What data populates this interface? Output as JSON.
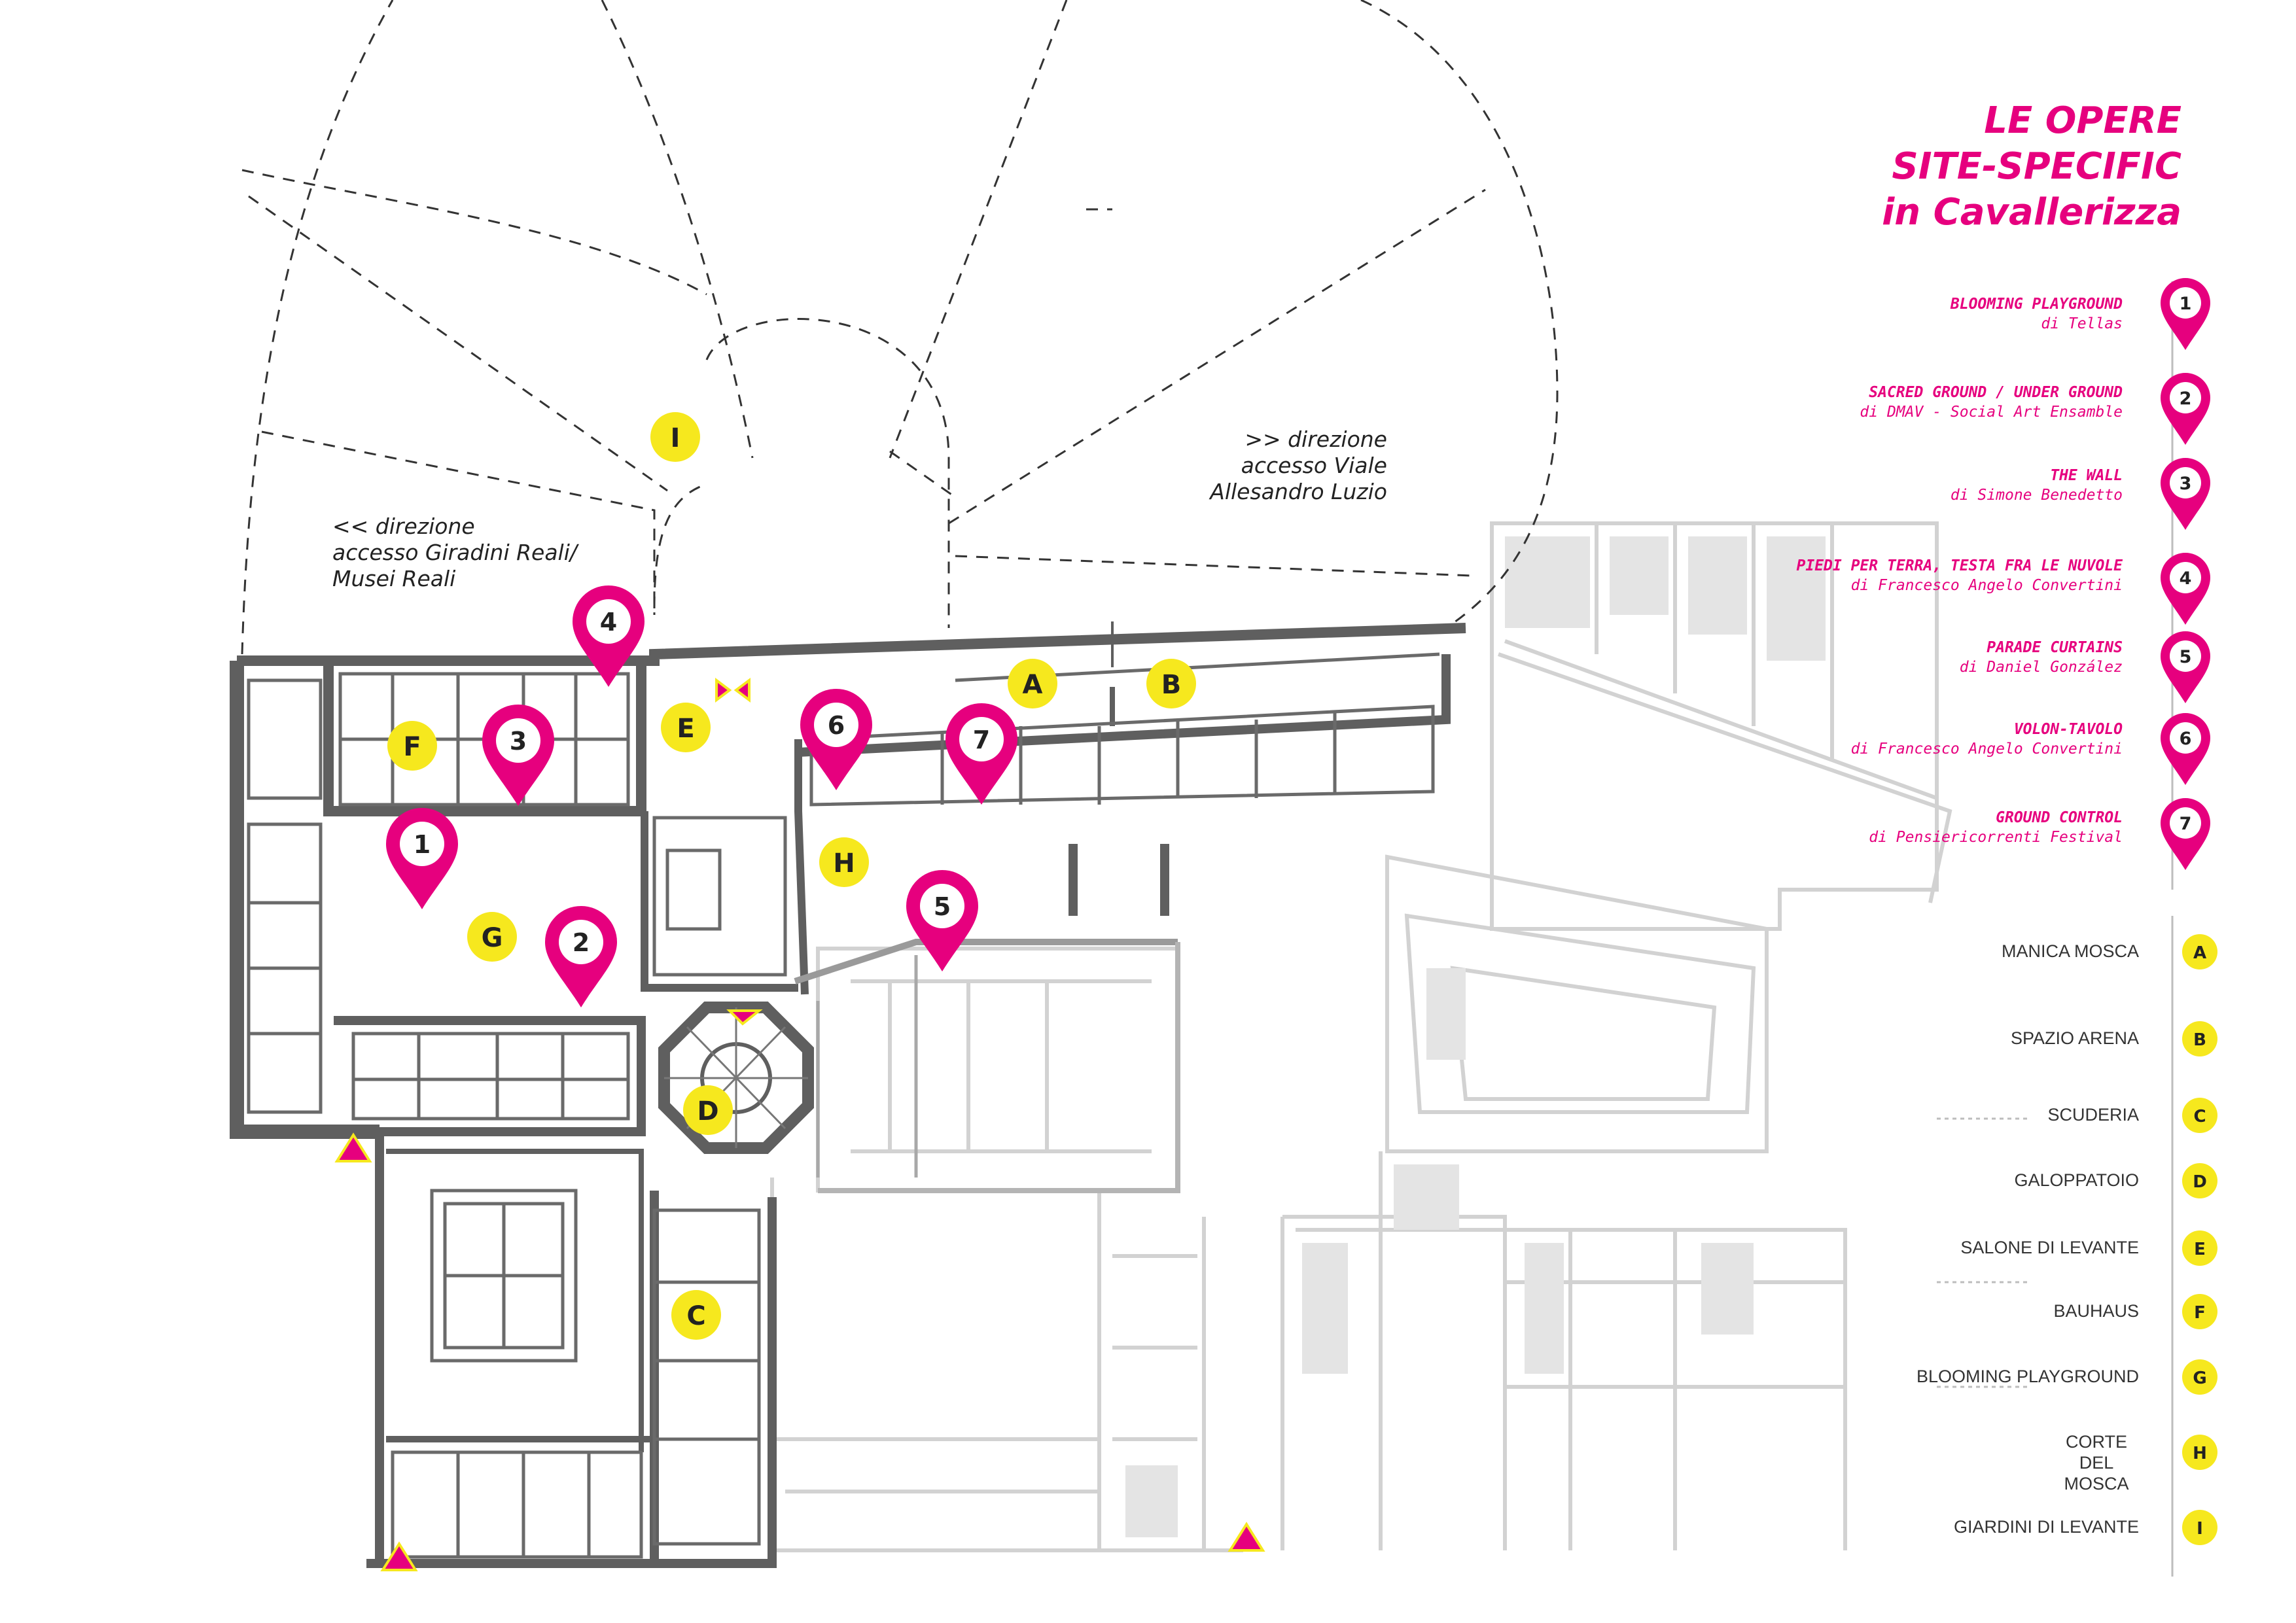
{
  "legend": {
    "title": [
      "LE OPERE",
      "SITE-SPECIFIC",
      "in Cavallerizza"
    ],
    "works": [
      {
        "num": "1",
        "title": "BLOOMING PLAYGROUND",
        "author": "di Tellas"
      },
      {
        "num": "2",
        "title": "SACRED GROUND / UNDER GROUND",
        "author": "di DMAV - Social Art Ensamble"
      },
      {
        "num": "3",
        "title": "THE WALL",
        "author": "di Simone Benedetto"
      },
      {
        "num": "4",
        "title": "PIEDI PER TERRA, TESTA FRA LE NUVOLE",
        "author": "di Francesco Angelo Convertini"
      },
      {
        "num": "5",
        "title": "PARADE CURTAINS",
        "author": "di Daniel González"
      },
      {
        "num": "6",
        "title": "VOLON-TAVOLO",
        "author": "di Francesco Angelo Convertini"
      },
      {
        "num": "7",
        "title": "GROUND CONTROL",
        "author": "di  Pensiericorrenti Festival"
      }
    ],
    "places": [
      {
        "letter": "A",
        "name": "MANICA MOSCA"
      },
      {
        "letter": "B",
        "name": "SPAZIO ARENA"
      },
      {
        "letter": "C",
        "name": "SCUDERIA"
      },
      {
        "letter": "D",
        "name": "GALOPPATOIO"
      },
      {
        "letter": "E",
        "name": "SALONE DI LEVANTE"
      },
      {
        "letter": "F",
        "name": "BAUHAUS"
      },
      {
        "letter": "G",
        "name": "BLOOMING PLAYGROUND"
      },
      {
        "letter": "H",
        "name": "CORTE DEL MOSCA"
      },
      {
        "letter": "I",
        "name": "GIARDINI DI LEVANTE"
      }
    ]
  },
  "map": {
    "directions": {
      "west": [
        "<< direzione",
        "accesso Giradini Reali/",
        "Musei Reali"
      ],
      "east": [
        ">> direzione",
        "accesso Viale",
        "Allesandro Luzio"
      ]
    },
    "pins": [
      "1",
      "2",
      "3",
      "4",
      "5",
      "6",
      "7"
    ],
    "areas": [
      "A",
      "B",
      "C",
      "D",
      "E",
      "F",
      "G",
      "H",
      "I"
    ]
  },
  "colors": {
    "magenta": "#e6007e",
    "yellow": "#f6e81e",
    "wall": "#5f5f5f",
    "ghost": "#d6d6d6"
  }
}
